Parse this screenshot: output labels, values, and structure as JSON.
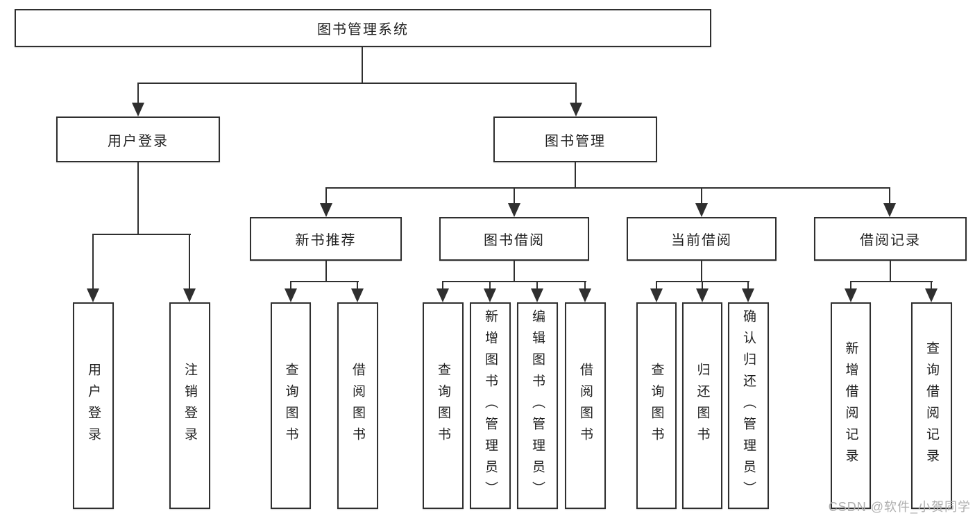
{
  "diagram": {
    "root": {
      "label": "图书管理系统"
    },
    "children": [
      {
        "label": "用户登录",
        "children": [
          {
            "label": "用户登录"
          },
          {
            "label": "注销登录"
          }
        ]
      },
      {
        "label": "图书管理",
        "children": [
          {
            "label": "新书推荐",
            "children": [
              {
                "label": "查询图书"
              },
              {
                "label": "借阅图书"
              }
            ]
          },
          {
            "label": "图书借阅",
            "children": [
              {
                "label": "查询图书"
              },
              {
                "label": "新增图书（管理员）"
              },
              {
                "label": "编辑图书（管理员）"
              },
              {
                "label": "借阅图书"
              }
            ]
          },
          {
            "label": "当前借阅",
            "children": [
              {
                "label": "查询图书"
              },
              {
                "label": "归还图书"
              },
              {
                "label": "确认归还（管理员）"
              }
            ]
          },
          {
            "label": "借阅记录",
            "children": [
              {
                "label": "新增借阅记录"
              },
              {
                "label": "查询借阅记录"
              }
            ]
          }
        ]
      }
    ]
  },
  "watermark": {
    "text": "CSDN @软件_小贺同学"
  },
  "colors": {
    "line": "#2f2f2f",
    "box_border": "#2f2f2f",
    "background": "#ffffff",
    "watermark": "#aeaeae"
  }
}
